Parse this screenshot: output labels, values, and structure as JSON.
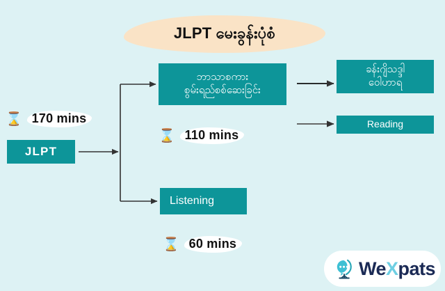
{
  "meta": {
    "background_color": "#ddf2f4",
    "accent_color": "#0d9599",
    "highlight_color": "#fae3c6",
    "label_highlight_color": "#ffffff",
    "arrow_color": "#333333"
  },
  "title": {
    "text": "JLPT မေးခွန်းပုံစံ"
  },
  "flow": {
    "root": {
      "label": "JLPT",
      "time_label": "170 mins",
      "time_icon": "hourglass-icon"
    },
    "branches": [
      {
        "id": "language-knowledge",
        "label": "ဘာသာစကား စွမ်းရည်စစ်ဆေးခြင်း",
        "label_line1": "ဘာသာစကား",
        "label_line2": "စွမ်းရည်စစ်ဆေးခြင်း",
        "time_label": "110 mins",
        "time_icon": "hourglass-icon",
        "children": [
          {
            "id": "kanji-grammar-vocab",
            "label_line1": "ခန်းဂျိသဒ္ဒါ",
            "label_line2": "ဝေါဟာရ"
          },
          {
            "id": "reading",
            "label": "Reading"
          }
        ]
      },
      {
        "id": "listening",
        "label": "Listening",
        "time_label": "60 mins",
        "time_icon": "hourglass-icon"
      }
    ]
  },
  "logo": {
    "icon": "globe-speech-bubble-icon",
    "part1": "We",
    "part2": "X",
    "part3": "pats",
    "colors": {
      "dark": "#1b2a55",
      "light": "#6fcfe3",
      "icon_teal": "#2aa8b8"
    }
  },
  "icons": {
    "hourglass": "⌛"
  }
}
